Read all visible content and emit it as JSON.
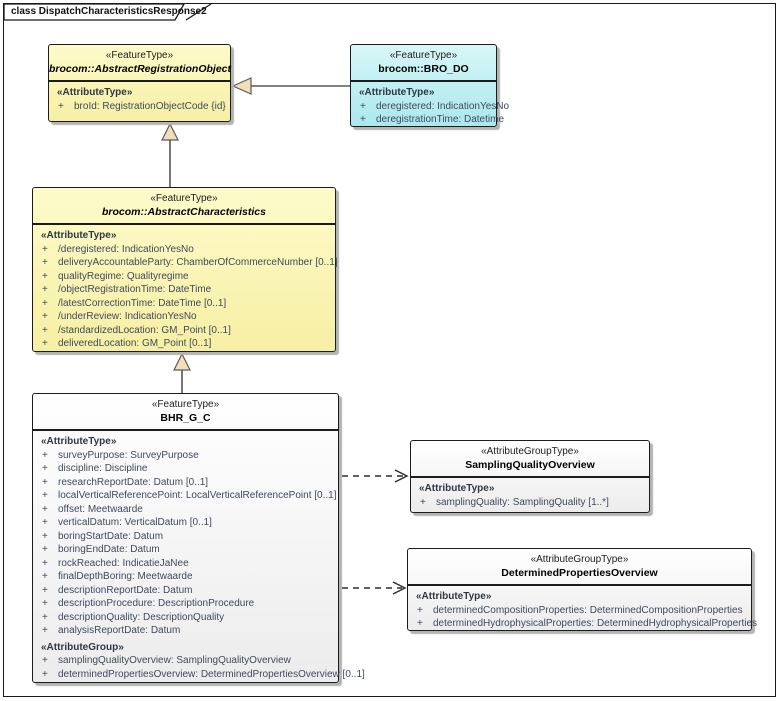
{
  "frame": {
    "title": "class DispatchCharacteristicsResponse2"
  },
  "colors": {
    "yellow_fill": "#F7EFA4",
    "cyan_fill": "#ABE8ED",
    "white_fill": "#FFFFFF",
    "arrowhead_fill": "#F3DFB7",
    "connector_line": "#5a5a5a",
    "attribute_text": "#3e4a5e"
  },
  "classes": [
    {
      "stereotype": "«FeatureType»",
      "name": "brocom::AbstractRegistrationObject",
      "abstract": true,
      "fill": "yellow",
      "sections": [
        {
          "stereotype": "«AttributeType»",
          "visibility": "+",
          "rows": [
            "broId: RegistrationObjectCode {id}"
          ]
        }
      ]
    },
    {
      "stereotype": "«FeatureType»",
      "name": "brocom::BRO_DO",
      "abstract": false,
      "fill": "cyan",
      "sections": [
        {
          "stereotype": "«AttributeType»",
          "visibility": "+",
          "rows": [
            "deregistered: IndicationYesNo",
            "deregistrationTime: Datetime"
          ]
        }
      ]
    },
    {
      "stereotype": "«FeatureType»",
      "name": "brocom::AbstractCharacteristics",
      "abstract": true,
      "fill": "yellow",
      "sections": [
        {
          "stereotype": "«AttributeType»",
          "visibility": "+",
          "rows": [
            "/deregistered: IndicationYesNo",
            "deliveryAccountableParty: ChamberOfCommerceNumber [0..1]",
            "qualityRegime: Qualityregime",
            "/objectRegistrationTime: DateTime",
            "/latestCorrectionTime: DateTime [0..1]",
            "/underReview: IndicationYesNo",
            "/standardizedLocation: GM_Point [0..1]",
            "deliveredLocation: GM_Point [0..1]"
          ]
        }
      ]
    },
    {
      "stereotype": "«FeatureType»",
      "name": "BHR_G_C",
      "abstract": false,
      "fill": "white",
      "sections": [
        {
          "stereotype": "«AttributeType»",
          "visibility": "+",
          "rows": [
            "surveyPurpose: SurveyPurpose",
            "discipline: Discipline",
            "researchReportDate: Datum [0..1]",
            "localVerticalReferencePoint: LocalVerticalReferencePoint [0..1]",
            "offset: Meetwaarde",
            "verticalDatum: VerticalDatum [0..1]",
            "boringStartDate: Datum",
            "boringEndDate: Datum",
            "rockReached: IndicatieJaNee",
            "finalDepthBoring: Meetwaarde",
            "descriptionReportDate: Datum",
            "descriptionProcedure: DescriptionProcedure",
            "descriptionQuality: DescriptionQuality",
            "analysisReportDate: Datum"
          ]
        },
        {
          "stereotype": "«AttributeGroup»",
          "visibility": "+",
          "rows": [
            "samplingQualityOverview: SamplingQualityOverview",
            "determinedPropertiesOverview: DeterminedPropertiesOverview [0..1]"
          ]
        }
      ]
    },
    {
      "stereotype": "«AttributeGroupType»",
      "name": "SamplingQualityOverview",
      "abstract": false,
      "fill": "white",
      "sections": [
        {
          "stereotype": "«AttributeType»",
          "visibility": "+",
          "rows": [
            "samplingQuality: SamplingQuality [1..*]"
          ]
        }
      ]
    },
    {
      "stereotype": "«AttributeGroupType»",
      "name": "DeterminedPropertiesOverview",
      "abstract": false,
      "fill": "white",
      "sections": [
        {
          "stereotype": "«AttributeType»",
          "visibility": "+",
          "rows": [
            "determinedCompositionProperties: DeterminedCompositionProperties",
            "determinedHydrophysicalProperties: DeterminedHydrophysicalProperties"
          ]
        }
      ]
    }
  ],
  "relationships": [
    {
      "type": "generalization",
      "from": "brocom::BRO_DO",
      "to": "brocom::AbstractRegistrationObject"
    },
    {
      "type": "generalization",
      "from": "brocom::AbstractCharacteristics",
      "to": "brocom::AbstractRegistrationObject"
    },
    {
      "type": "generalization",
      "from": "BHR_G_C",
      "to": "brocom::AbstractCharacteristics"
    },
    {
      "type": "dependency",
      "from": "BHR_G_C",
      "to": "SamplingQualityOverview"
    },
    {
      "type": "dependency",
      "from": "BHR_G_C",
      "to": "DeterminedPropertiesOverview"
    }
  ]
}
